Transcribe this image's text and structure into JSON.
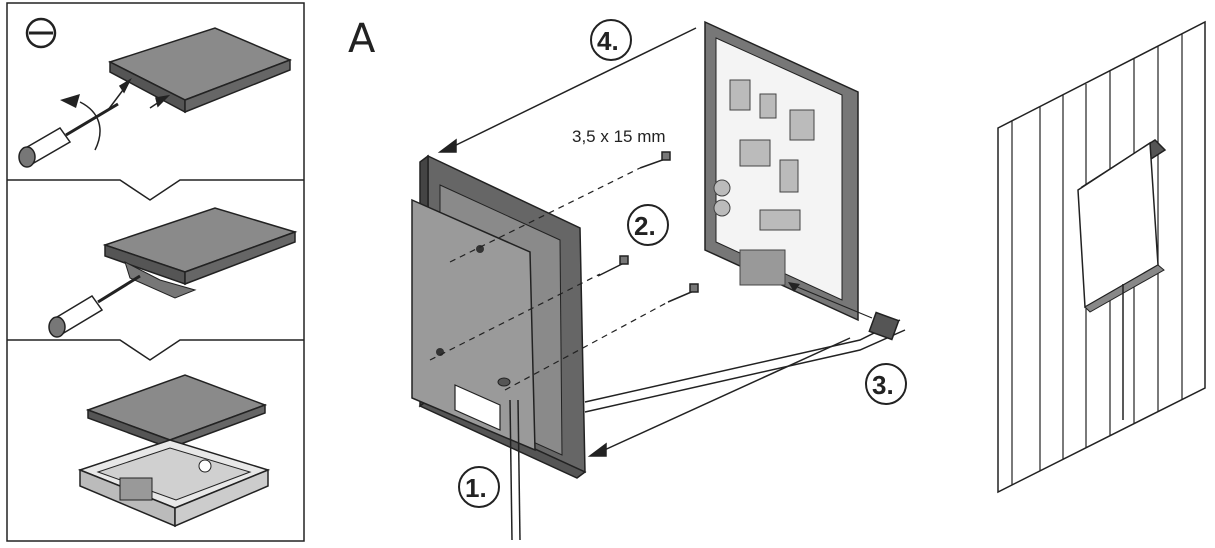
{
  "panel_letter": "A",
  "dimension_label": "3,5 x 15 mm",
  "steps": [
    {
      "label": "1."
    },
    {
      "label": "2."
    },
    {
      "label": "3."
    },
    {
      "label": "4."
    }
  ],
  "colors": {
    "line": "#222222",
    "panel_fill": "#8a8a8a",
    "panel_dark": "#555555",
    "background": "#ffffff"
  },
  "icons": [
    "minus-circle-icon",
    "screwdriver-icon",
    "rotate-arrow-icon"
  ]
}
